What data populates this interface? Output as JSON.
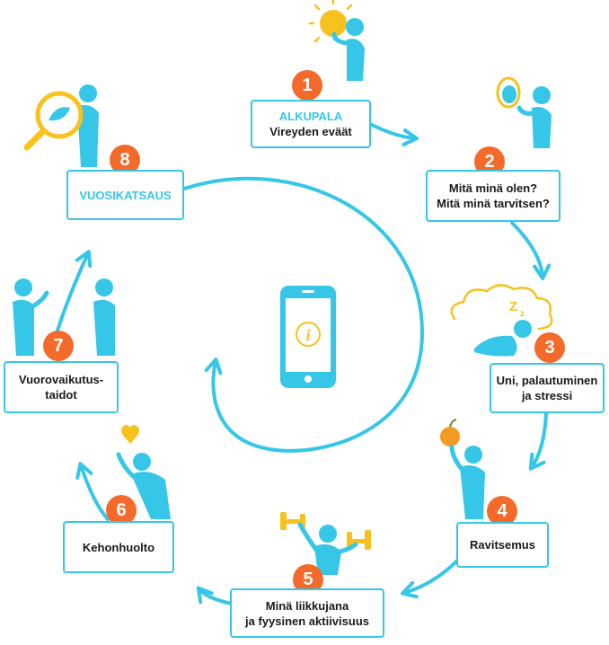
{
  "steps": [
    {
      "number": "1",
      "title": "ALKUPALA",
      "text": "Vireyden eväät"
    },
    {
      "number": "2",
      "line1": "Mitä minä olen?",
      "line2": "Mitä minä tarvitsen?"
    },
    {
      "number": "3",
      "line1": "Uni, palautuminen",
      "line2": "ja stressi"
    },
    {
      "number": "4",
      "text": "Ravitsemus"
    },
    {
      "number": "5",
      "line1": "Minä liikkujana",
      "line2": "ja fyysinen aktiivisuus"
    },
    {
      "number": "6",
      "text": "Kehonhuolto"
    },
    {
      "number": "7",
      "line1": "Vuorovaikutus-",
      "line2": "taidot"
    },
    {
      "number": "8",
      "title": "VUOSIKATSAUS"
    }
  ],
  "center": {
    "icon": "phone-info-icon",
    "glyph": "i"
  },
  "colors": {
    "accent": "#35c6e8",
    "badge": "#f36a2b",
    "yellow": "#f7c21d"
  }
}
